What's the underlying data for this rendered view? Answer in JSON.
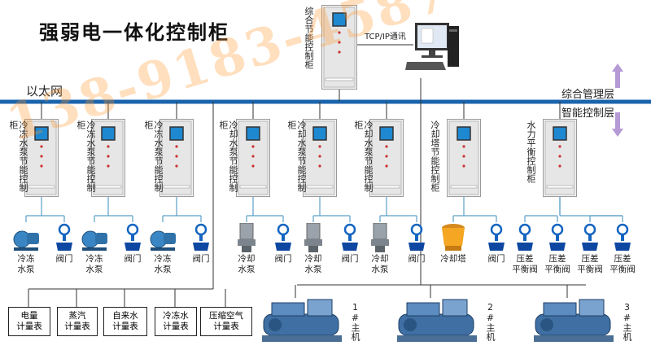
{
  "title": "强弱电一体化控制柜",
  "ethernet_label": "以太网",
  "tcp_label": "TCP/IP通讯",
  "layer_top": "综合管理层",
  "layer_bottom": "智能控制层",
  "watermark": "138-9183-4587",
  "colors": {
    "bus": "#1a64ad",
    "cabinet_door": "#e6e6e6",
    "cabinet_edge": "#9a9a9a",
    "screen": "#1e88d0",
    "arrow": "#b59ad6"
  },
  "top_cabinet": {
    "label": "综合节能控制柜"
  },
  "cabinets": [
    {
      "label": "冷冻水泵节能控制柜"
    },
    {
      "label": "冷冻水泵节能控制柜"
    },
    {
      "label": "冷冻水泵节能控制柜"
    },
    {
      "label": "冷却水泵节能控制柜"
    },
    {
      "label": "冷却水泵节能控制柜"
    },
    {
      "label": "冷却水泵节能控制柜"
    },
    {
      "label": "冷却塔节能控制柜"
    },
    {
      "label": "水力平衡控制柜"
    }
  ],
  "devices": [
    {
      "kind": "pump-blue",
      "label1": "冷冻",
      "label2": "水泵"
    },
    {
      "kind": "valve",
      "label1": "阀门",
      "label2": ""
    },
    {
      "kind": "pump-blue",
      "label1": "冷冻",
      "label2": "水泵"
    },
    {
      "kind": "valve",
      "label1": "阀门",
      "label2": ""
    },
    {
      "kind": "pump-blue",
      "label1": "冷冻",
      "label2": "水泵"
    },
    {
      "kind": "valve",
      "label1": "阀门",
      "label2": ""
    },
    {
      "kind": "pump-grey",
      "label1": "冷却",
      "label2": "水泵"
    },
    {
      "kind": "valve",
      "label1": "阀门",
      "label2": ""
    },
    {
      "kind": "pump-grey",
      "label1": "冷却",
      "label2": "水泵"
    },
    {
      "kind": "valve",
      "label1": "阀门",
      "label2": ""
    },
    {
      "kind": "pump-grey",
      "label1": "冷却",
      "label2": "水泵"
    },
    {
      "kind": "valve",
      "label1": "阀门",
      "label2": ""
    },
    {
      "kind": "tower",
      "label1": "冷却塔",
      "label2": ""
    },
    {
      "kind": "valve",
      "label1": "阀门",
      "label2": ""
    },
    {
      "kind": "valve",
      "label1": "压差",
      "label2": "平衡阀"
    },
    {
      "kind": "valve",
      "label1": "压差",
      "label2": "平衡阀"
    },
    {
      "kind": "valve",
      "label1": "压差",
      "label2": "平衡阀"
    },
    {
      "kind": "valve",
      "label1": "压差",
      "label2": "平衡阀"
    }
  ],
  "meters": [
    {
      "line1": "电量",
      "line2": "计量表"
    },
    {
      "line1": "蒸汽",
      "line2": "计量表"
    },
    {
      "line1": "自来水",
      "line2": "计量表"
    },
    {
      "line1": "冷冻水",
      "line2": "计量表"
    },
    {
      "line1": "压缩空气",
      "line2": "计量表"
    }
  ],
  "chillers": [
    {
      "label": "1#主机"
    },
    {
      "label": "2#主机"
    },
    {
      "label": "3#主机"
    }
  ]
}
